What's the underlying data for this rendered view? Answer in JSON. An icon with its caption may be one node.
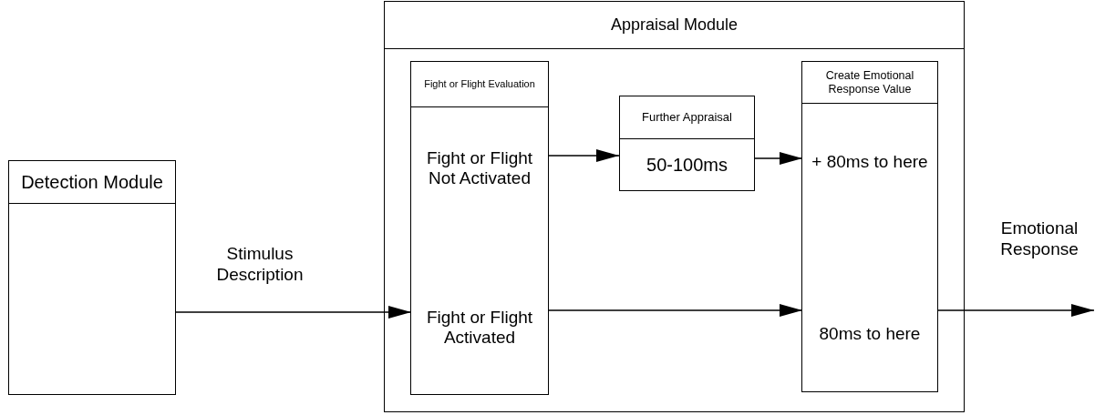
{
  "diagram": {
    "nodes": [
      {
        "text": [
          "Detection Module"
        ]
      },
      {
        "text": [
          "Appraisal Module"
        ]
      },
      {
        "text": [
          "Fight or Flight Evaluation"
        ],
        "in": 1
      },
      {
        "text": [
          "Fight or Flight Not Activated"
        ],
        "in": 2
      },
      {
        "text": [
          "Fight or Flight Activated"
        ],
        "in": 2
      },
      {
        "text": [
          "Further Appraisal",
          "50-100ms"
        ],
        "in": 1
      },
      {
        "text": [
          "Create Emotional Response Value"
        ],
        "in": 1
      },
      {
        "text": [
          "+ 80ms to here"
        ],
        "in": 6
      },
      {
        "text": [
          "80ms to here"
        ],
        "in": 6
      }
    ],
    "edges": [
      {
        "from": 0,
        "to": 4,
        "arrow": "to",
        "label": "Stimulus Description"
      },
      {
        "from": 3,
        "to": 5,
        "arrow": "to"
      },
      {
        "from": 5,
        "to": 7,
        "arrow": "to"
      },
      {
        "from": 4,
        "to": 8,
        "arrow": "to"
      },
      {
        "from": 8,
        "to": null,
        "arrow": "to",
        "label": "Emotional Response"
      }
    ]
  }
}
